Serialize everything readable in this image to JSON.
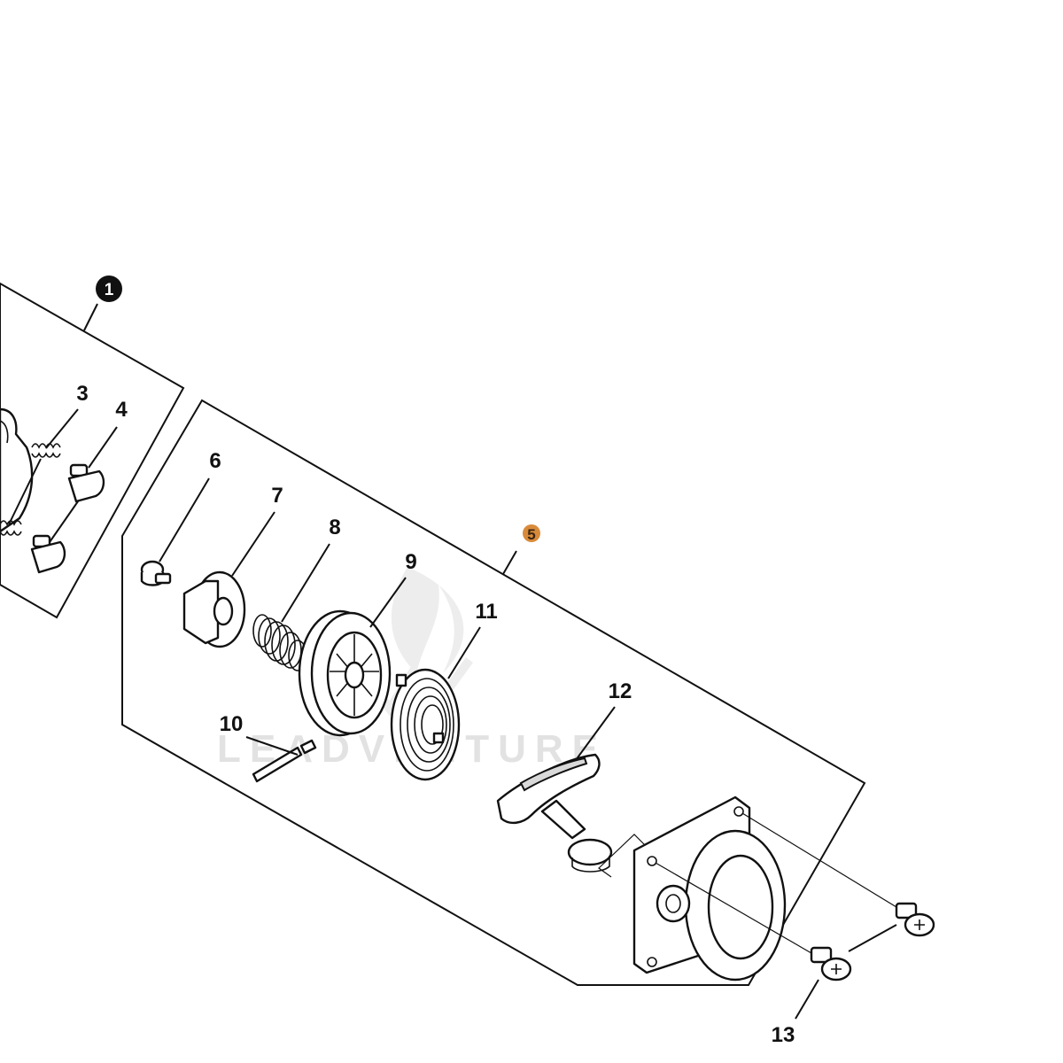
{
  "diagram": {
    "badges": {
      "assembly_1": {
        "text": "1",
        "fill": "#111111",
        "text_color": "#ffffff"
      },
      "assembly_5": {
        "text": "5",
        "fill": "#d88a3a",
        "text_color": "#3a2410"
      }
    },
    "part_labels": {
      "p3": "3",
      "p4": "4",
      "p6": "6",
      "p7": "7",
      "p8": "8",
      "p9": "9",
      "p10": "10",
      "p11": "11",
      "p12": "12",
      "p13": "13"
    },
    "watermark": {
      "text": "LEADVENTURE",
      "color": "#e2e2e2"
    }
  }
}
